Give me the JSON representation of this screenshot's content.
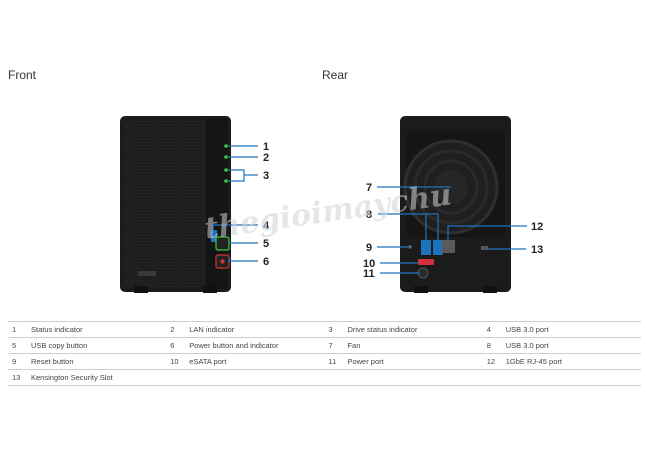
{
  "titles": {
    "front": "Front",
    "rear": "Rear"
  },
  "watermark": "thegioimaychu",
  "front_callouts": [
    "1",
    "2",
    "3",
    "4",
    "5",
    "6"
  ],
  "rear_callouts": [
    "7",
    "8",
    "9",
    "10",
    "11",
    "12",
    "13"
  ],
  "colors": {
    "device_body": "#1b1b1b",
    "callout_line": "#1e73be",
    "status_led": "#3cc83c",
    "usb_blue": "#1e73be",
    "esata_red": "#d0303a"
  },
  "legend_rows": [
    [
      {
        "num": "1",
        "label": "Status indicator"
      },
      {
        "num": "2",
        "label": "LAN indicator"
      },
      {
        "num": "3",
        "label": "Drive status indicator"
      },
      {
        "num": "4",
        "label": "USB 3.0 port"
      }
    ],
    [
      {
        "num": "5",
        "label": "USB copy button"
      },
      {
        "num": "6",
        "label": "Power button and indicator"
      },
      {
        "num": "7",
        "label": "Fan"
      },
      {
        "num": "8",
        "label": "USB 3.0 port"
      }
    ],
    [
      {
        "num": "9",
        "label": "Reset button"
      },
      {
        "num": "10",
        "label": "eSATA port"
      },
      {
        "num": "11",
        "label": "Power port"
      },
      {
        "num": "12",
        "label": "1GbE RJ-45 port"
      }
    ],
    [
      {
        "num": "13",
        "label": "Kensington Security Slot"
      },
      {
        "num": "",
        "label": ""
      },
      {
        "num": "",
        "label": ""
      },
      {
        "num": "",
        "label": ""
      }
    ]
  ]
}
